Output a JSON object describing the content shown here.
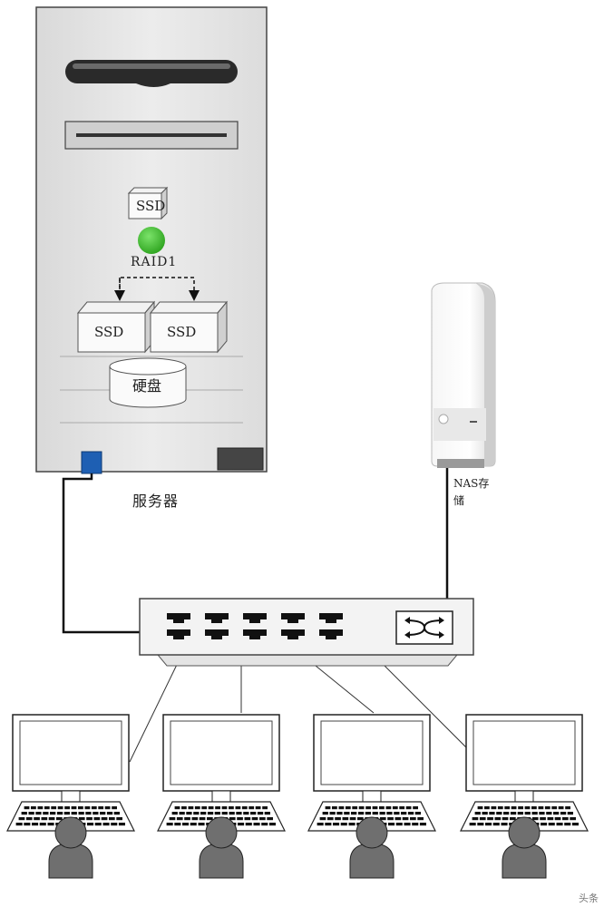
{
  "labels": {
    "server": "服务器",
    "nas": "NAS存储",
    "raid": "RAID1",
    "ssd_top": "SSD",
    "ssd_left": "SSD",
    "ssd_right": "SSD",
    "hdd": "硬盘",
    "watermark": "头条"
  },
  "colors": {
    "server_port": "#1e5fb3",
    "raid_indicator": "#3fbf2e",
    "cable": "#111111",
    "case_fill": "#e3e3e3",
    "user_icon": "#6f6f6f"
  },
  "workstations": [
    {
      "id": "pc-1"
    },
    {
      "id": "pc-2"
    },
    {
      "id": "pc-3"
    },
    {
      "id": "pc-4"
    }
  ],
  "switch_ports": 10
}
